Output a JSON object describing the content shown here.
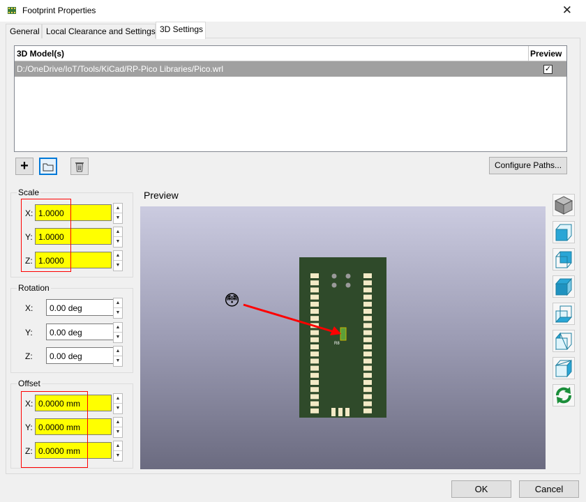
{
  "window": {
    "title": "Footprint Properties",
    "close_glyph": "✕",
    "app_icon": "footprint-icon"
  },
  "tabs": [
    {
      "label": "General",
      "active": false
    },
    {
      "label": "Local Clearance and Settings",
      "active": false
    },
    {
      "label": "3D Settings",
      "active": true
    }
  ],
  "models": {
    "col_models": "3D Model(s)",
    "col_preview": "Preview",
    "rows": [
      {
        "path": "D:/OneDrive/IoT/Tools/KiCad/RP-Pico Libraries/Pico.wrl",
        "preview": true
      }
    ]
  },
  "toolbar": {
    "add_glyph": "+",
    "configure_paths": "Configure Paths..."
  },
  "scale": {
    "label": "Scale",
    "x_label": "X:",
    "x": "1.0000",
    "y_label": "Y:",
    "y": "1.0000",
    "z_label": "Z:",
    "z": "1.0000"
  },
  "rotation": {
    "label": "Rotation",
    "x_label": "X:",
    "x": "0.00 deg",
    "y_label": "Y:",
    "y": "0.00 deg",
    "z_label": "Z:",
    "z": "0.00 deg"
  },
  "offset": {
    "label": "Offset",
    "x_label": "X:",
    "x": "0.0000 mm",
    "y_label": "Y:",
    "y": "0.0000 mm",
    "z_label": "Z:",
    "z": "0.0000 mm"
  },
  "preview": {
    "label": "Preview",
    "annotation_emoji": "😳",
    "silk_label": "R8"
  },
  "buttons": {
    "ok": "OK",
    "cancel": "Cancel"
  },
  "colors": {
    "highlight": "#ffff00",
    "annotation": "#ff0000",
    "board": "#2f4a2a",
    "selection": "#0078d7"
  }
}
